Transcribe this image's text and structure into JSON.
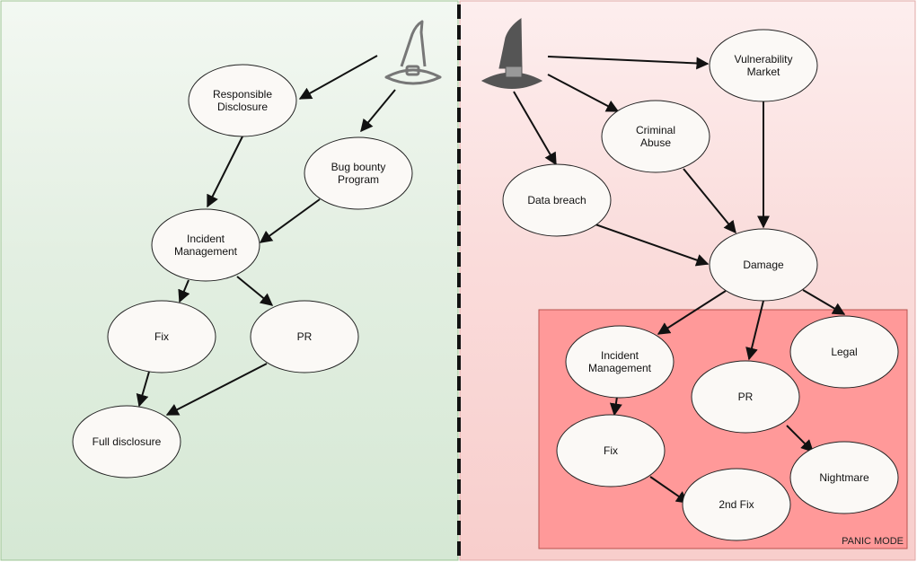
{
  "colors": {
    "good_panel": "#d5e8d4",
    "bad_panel": "#f8cecc",
    "panic_fill": "#ff9999",
    "panic_border": "#b85450",
    "node_fill": "#fbf9f6",
    "hat_outline": "#777777",
    "hat_fill": "#555555"
  },
  "icons": {
    "white_hat": "wizard-hat-outline-icon",
    "black_hat": "wizard-hat-filled-icon"
  },
  "panic_mode": {
    "label": "PANIC MODE"
  },
  "nodes": {
    "responsible_disclosure": [
      "Responsible",
      "Disclosure"
    ],
    "bug_bounty": [
      "Bug bounty",
      "Program"
    ],
    "incident_mgmt_left": [
      "Incident",
      "Management"
    ],
    "fix_left": [
      "Fix"
    ],
    "pr_left": [
      "PR"
    ],
    "full_disclosure": [
      "Full disclosure"
    ],
    "vulnerability_market": [
      "Vulnerability",
      "Market"
    ],
    "criminal_abuse": [
      "Criminal",
      "Abuse"
    ],
    "data_breach": [
      "Data breach"
    ],
    "damage": [
      "Damage"
    ],
    "incident_mgmt_right": [
      "Incident",
      "Management"
    ],
    "pr_right": [
      "PR"
    ],
    "legal": [
      "Legal"
    ],
    "fix_right": [
      "Fix"
    ],
    "nightmare": [
      "Nightmare"
    ],
    "second_fix": [
      "2nd Fix"
    ]
  }
}
